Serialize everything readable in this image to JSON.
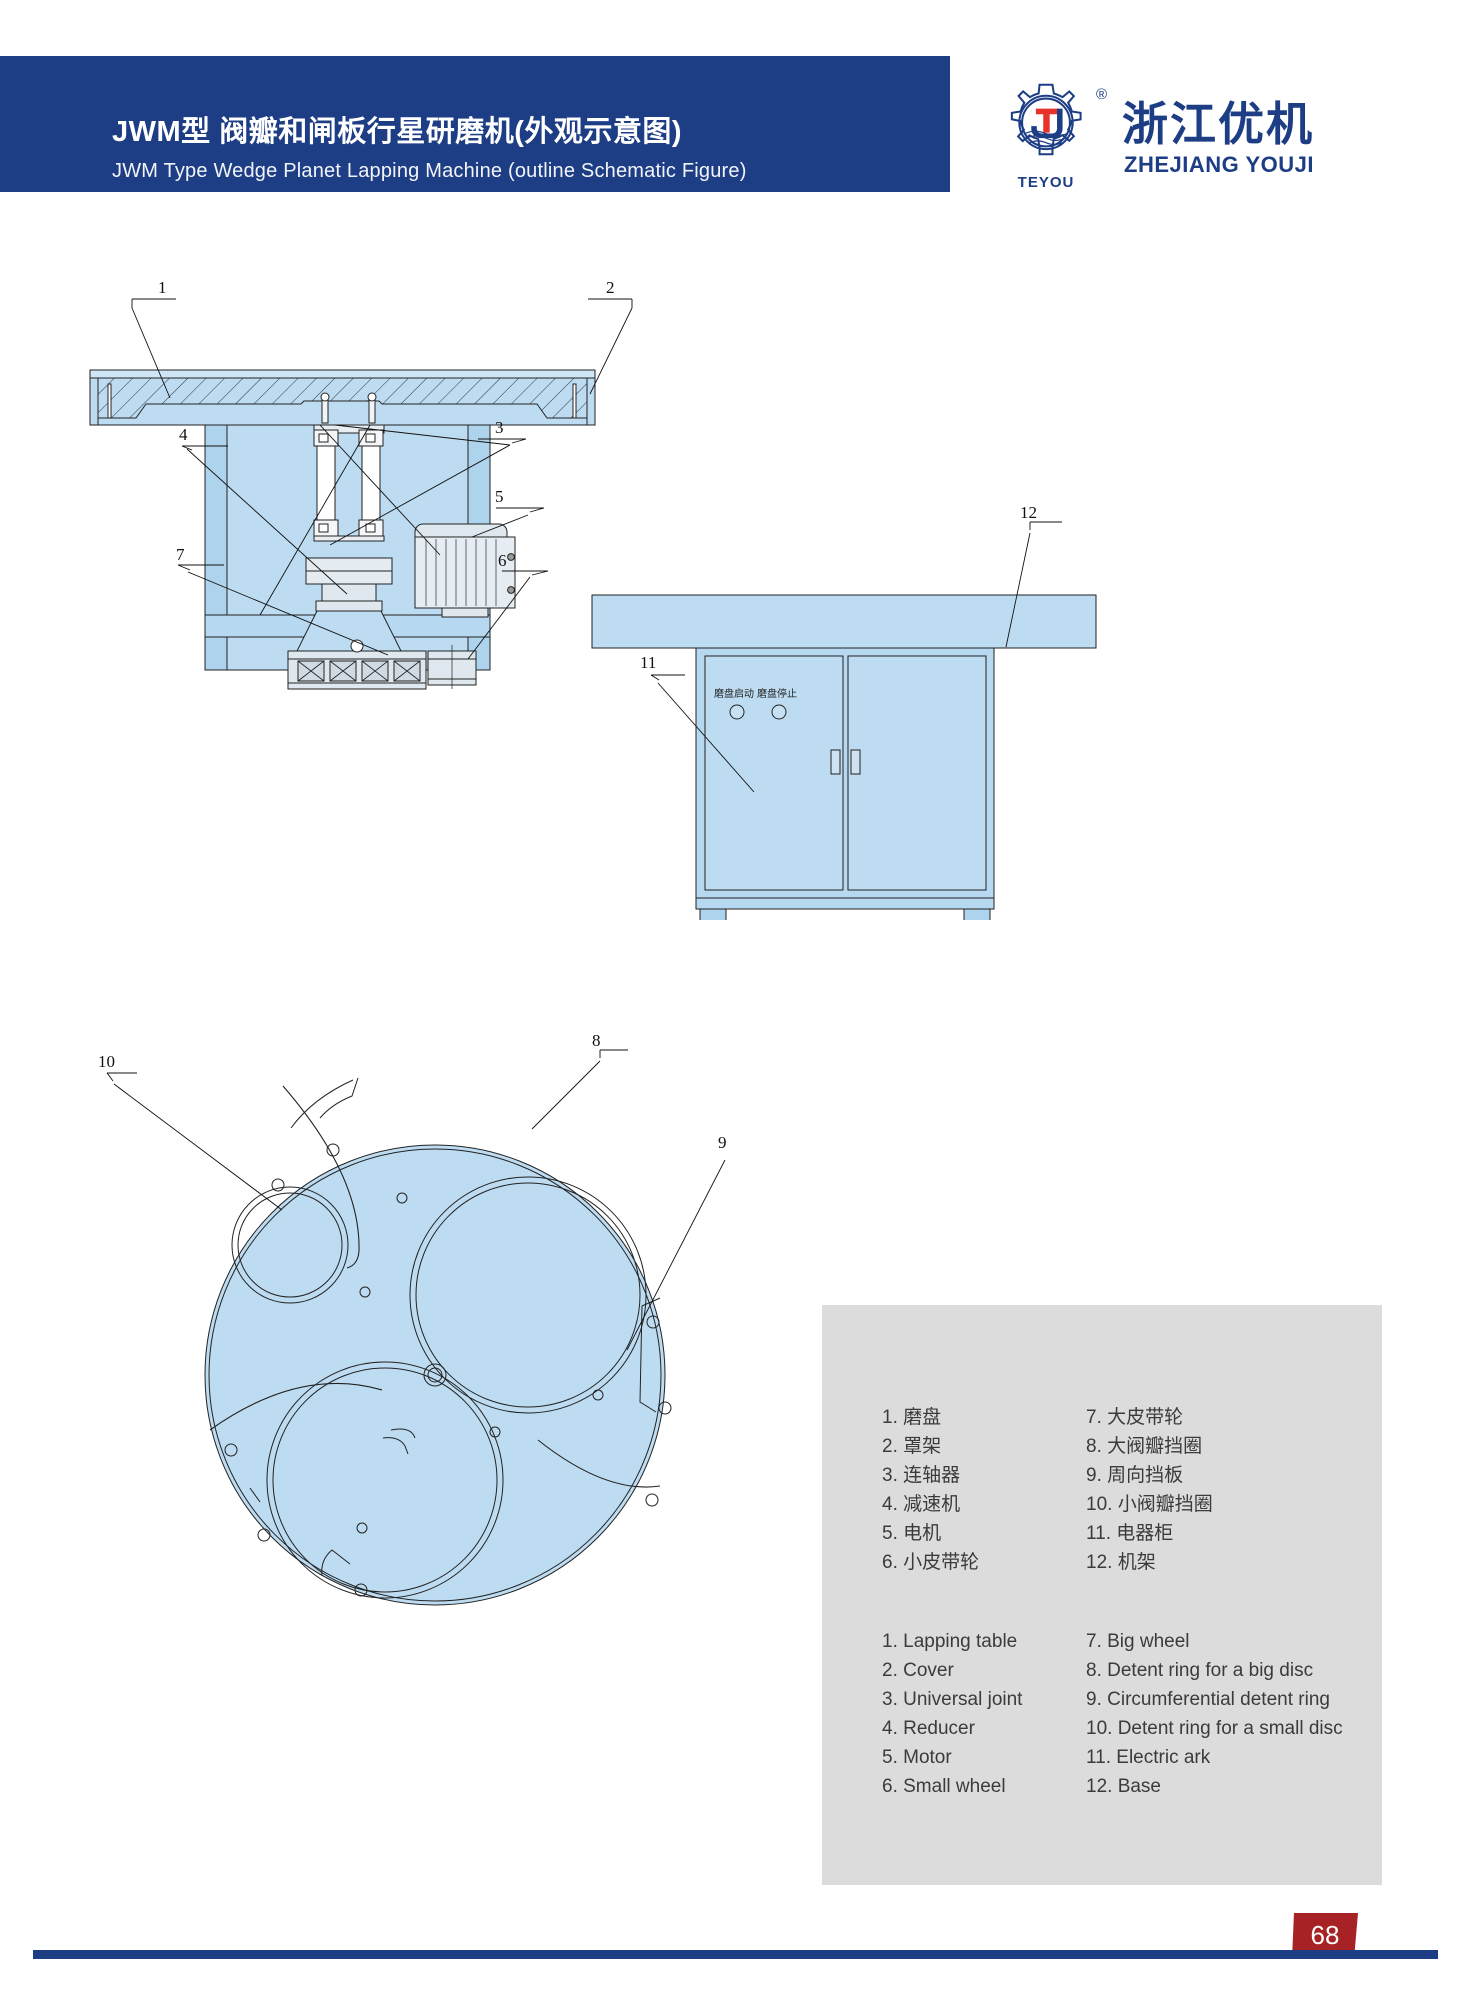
{
  "header": {
    "title_cn": "JWM型 阀瓣和闸板行星研磨机(外观示意图)",
    "title_en": "JWM Type Wedge  Planet Lapping Machine (outline Schematic Figure)",
    "band_color": "#1d3d85"
  },
  "logo": {
    "mark_name": "teyou-gear-logo",
    "mark_sub": "TEYOU",
    "registered": "®",
    "company_cn": "浙江优机",
    "company_en": "ZHEJIANG YOUJI",
    "color": "#1d3d85",
    "accent_color": "#e8312a"
  },
  "figures": {
    "front_view": {
      "name": "front-elevation-lapping-machine",
      "callouts": [
        "1",
        "2",
        "3",
        "4",
        "5",
        "6",
        "7"
      ]
    },
    "cabinet_view": {
      "name": "electric-cabinet-elevation",
      "callouts": [
        "11",
        "12"
      ],
      "panel_labels": [
        "磨盘启动",
        "磨盘停止"
      ]
    },
    "top_view": {
      "name": "lapping-table-top-view",
      "callouts": [
        "8",
        "9",
        "10"
      ]
    }
  },
  "legend": {
    "chinese": {
      "left": [
        "1. 磨盘",
        "2. 罩架",
        "3. 连轴器",
        "4. 减速机",
        "5. 电机",
        "6. 小皮带轮"
      ],
      "right": [
        "7. 大皮带轮",
        "8. 大阀瓣挡圈",
        "9. 周向挡板",
        "10. 小阀瓣挡圈",
        "11. 电器柜",
        "12. 机架"
      ]
    },
    "english": {
      "left": [
        "1. Lapping table",
        "2. Cover",
        "3. Universal joint",
        "4. Reducer",
        "5. Motor",
        "6. Small wheel"
      ],
      "right": [
        "7. Big wheel",
        "8. Detent ring for a big disc",
        "9. Circumferential detent ring",
        "10. Detent ring for a small disc",
        "11. Electric ark",
        "12. Base"
      ]
    }
  },
  "footer": {
    "page_number": "68",
    "rule_color": "#1d3d85",
    "tab_color": "#a62225"
  }
}
